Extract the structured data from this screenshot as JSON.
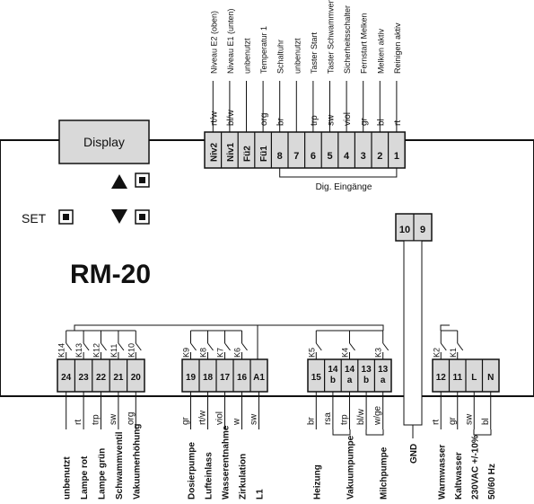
{
  "device": {
    "model": "RM-20",
    "display_label": "Display",
    "set_label": "SET",
    "colors": {
      "stroke": "#111111",
      "terminal_fill": "#d9d9d9",
      "device_bg": "#ffffff"
    }
  },
  "top_block": {
    "terminals": [
      "Niv2",
      "Niv1",
      "Fü2",
      "Fü1",
      "8",
      "7",
      "6",
      "5",
      "4",
      "3",
      "2",
      "1"
    ],
    "wire_colors": [
      "rt/w",
      "bl/w",
      "",
      "org",
      "br",
      "",
      "trp",
      "sw",
      "viol",
      "gr",
      "bl",
      "rt"
    ],
    "signals": [
      "Niveau E2 (oben)",
      "Niveau E1 (unten)",
      "unbenutzt",
      "Temperatur 1",
      "Schaltuhr",
      "unbenutzt",
      "Taster Start",
      "Taster Schwammventil",
      "Sicherheitsschalter",
      "Fernstart Melken",
      "Melken aktiv",
      "Reinigen aktiv"
    ],
    "group_label": "Dig. Eingänge"
  },
  "gnd_block": {
    "terminals": [
      "10",
      "9"
    ],
    "label": "GND"
  },
  "bottom_groups": [
    {
      "terminals": [
        "24",
        "23",
        "22",
        "21",
        "20"
      ],
      "relays": [
        "K14",
        "K13",
        "K12",
        "K11",
        "K10"
      ],
      "wire_colors": [
        "",
        "rt",
        "trp",
        "sw",
        "org"
      ],
      "signals": [
        "unbenutzt",
        "Lampe rot",
        "Lampe grün",
        "Schwammventil",
        "Vakuumerhöhung"
      ]
    },
    {
      "terminals": [
        "19",
        "18",
        "17",
        "16",
        "A1"
      ],
      "relays": [
        "K9",
        "K8",
        "K7",
        "K6",
        ""
      ],
      "wire_colors": [
        "gr",
        "rt/w",
        "viol",
        "w",
        "sw"
      ],
      "signals": [
        "Dosierpumpe",
        "Lufteinlass",
        "Wasserentnahme",
        "Zirkulation",
        "L1"
      ]
    },
    {
      "terminals": [
        "15",
        "14 b",
        "14 a",
        "13 b",
        "13 a"
      ],
      "relays": [
        "K5",
        "",
        "K4",
        "",
        "K3"
      ],
      "wire_colors": [
        "br",
        "rsa",
        "trp",
        "bl/w",
        "w/ge"
      ],
      "signals": [
        "Heizung",
        "",
        "Vakuumpumpe",
        "",
        "Milchpumpe"
      ]
    },
    {
      "terminals": [
        "12",
        "11",
        "L",
        "N"
      ],
      "relays": [
        "K2",
        "K1",
        "",
        ""
      ],
      "wire_colors": [
        "rt",
        "gr",
        "sw",
        "bl"
      ],
      "signals": [
        "Warmwasser",
        "Kaltwasser",
        "230VAC +/-10%",
        "50/60 Hz"
      ]
    }
  ]
}
